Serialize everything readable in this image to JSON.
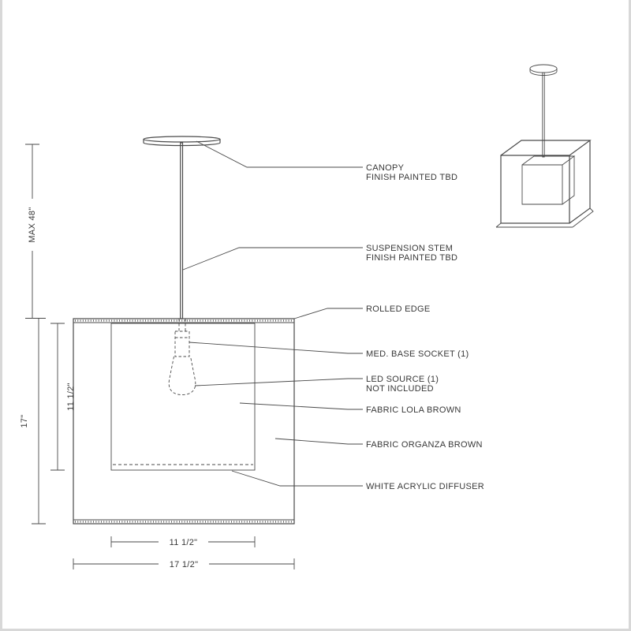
{
  "colors": {
    "background": "#ffffff",
    "line": "#4a4a4a",
    "text": "#383838",
    "frame": "#d8d8d8"
  },
  "callouts": {
    "canopy_line1": "CANOPY",
    "canopy_line2": "FINISH PAINTED TBD",
    "stem_line1": "SUSPENSION STEM",
    "stem_line2": "FINISH PAINTED TBD",
    "rolled_edge": "ROLLED EDGE",
    "socket": "MED. BASE SOCKET (1)",
    "led_line1": "LED SOURCE (1)",
    "led_line2": "NOT INCLUDED",
    "fabric_inner": "FABRIC LOLA BROWN",
    "fabric_outer": "FABRIC ORGANZA BROWN",
    "diffuser": "WHITE ACRYLIC DIFFUSER"
  },
  "dimensions": {
    "stem_max_height": "MAX 48\"",
    "shade_height": "17\"",
    "inner_height": "11 1/2\"",
    "inner_width": "11 1/2\"",
    "shade_width": "17 1/2\""
  }
}
